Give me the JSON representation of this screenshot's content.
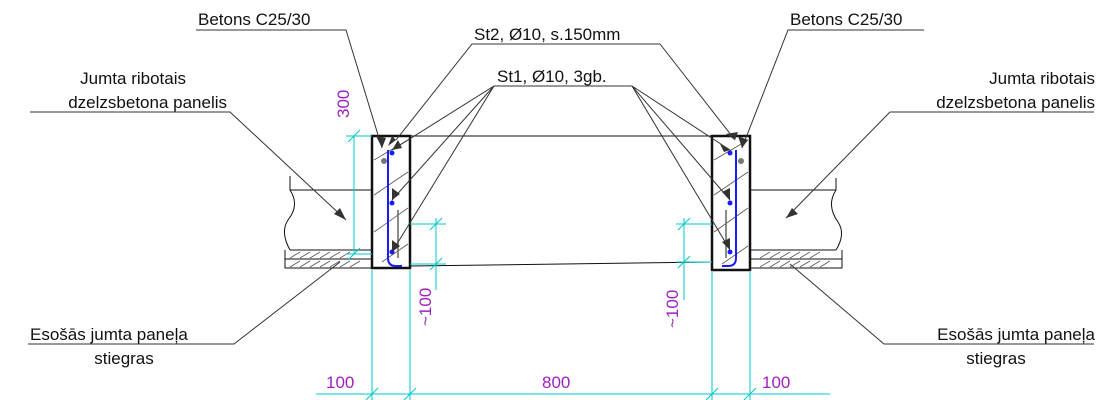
{
  "labels": {
    "concrete_left": "Betons C25/30",
    "concrete_right": "Betons C25/30",
    "st2": "St2, Ø10, s.150mm",
    "st1": "St1, Ø10, 3gb.",
    "panel_left_1": "Jumta ribotais",
    "panel_left_2": "dzelzsbetona panelis",
    "panel_right_1": "Jumta ribotais",
    "panel_right_2": "dzelzsbetona panelis",
    "existing_left_1": "Esošās jumta paneļa",
    "existing_left_2": "stiegras",
    "existing_right_1": "Esošās jumta paneļa",
    "existing_right_2": "stiegras"
  },
  "dimensions": {
    "height_300": "300",
    "approx_100_left": "~100",
    "approx_100_right": "~100",
    "bottom_100_left": "100",
    "bottom_800": "800",
    "bottom_100_right": "100"
  },
  "colors": {
    "dimension_text": "#a020c0",
    "dimension_lines": "#00c8c8",
    "rebar": "#1a1aff",
    "outline": "#111111"
  }
}
